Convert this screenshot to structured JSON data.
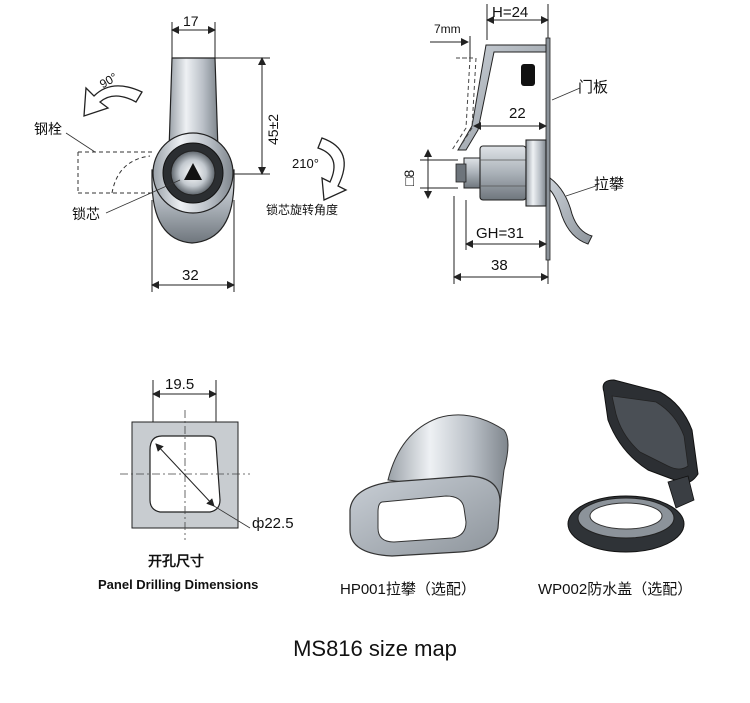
{
  "figure_a": {
    "width_label": "17",
    "rotation_label": "90°",
    "bolt_label": "钢栓",
    "core_label": "锁芯",
    "height_label": "45±2",
    "angle_label": "210°",
    "angle_caption": "锁芯旋转角度",
    "bottom_width_label": "32"
  },
  "figure_b": {
    "h_label": "H=24",
    "offset_label": "7mm",
    "panel_label": "门板",
    "inner_width_label": "22",
    "square_label": "□8",
    "hasp_label": "拉攀",
    "gh_label": "GH=31",
    "total_label": "38"
  },
  "drilling": {
    "width_label": "19.5",
    "diameter_label": "ф22.5",
    "title_cn": "开孔尺寸",
    "title_en": "Panel Drilling Dimensions"
  },
  "hasp": {
    "caption": "HP001拉攀（选配）"
  },
  "cover": {
    "caption": "WP002防水盖（选配）"
  },
  "caption": "MS816 size map"
}
